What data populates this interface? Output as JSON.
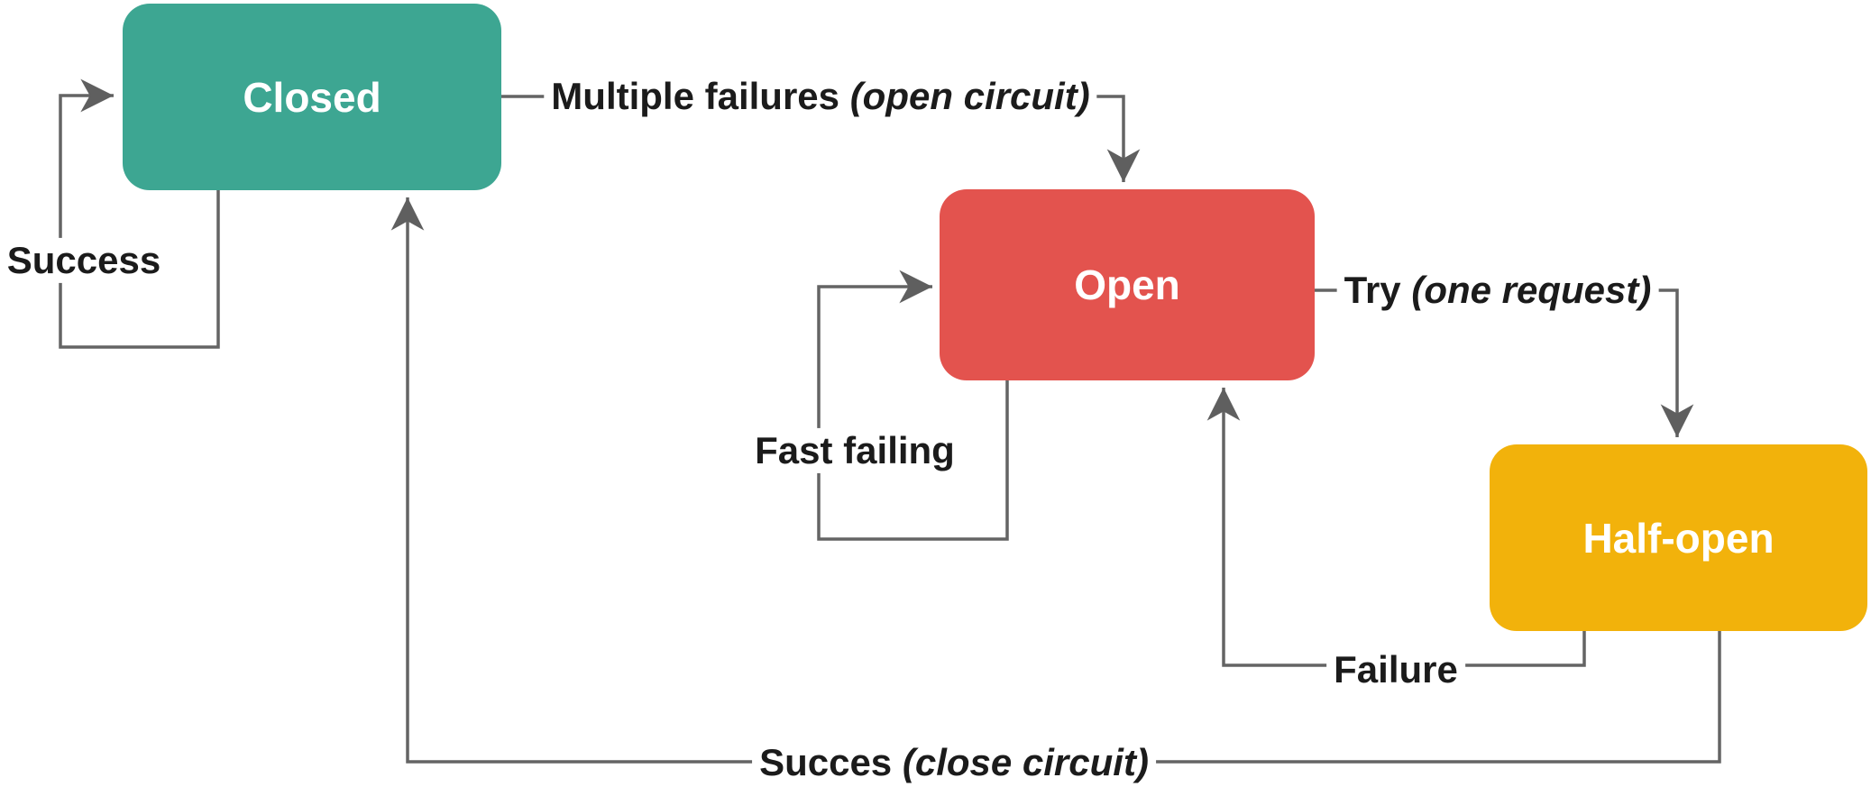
{
  "diagram": {
    "background": "#ffffff",
    "line_color": "#646464",
    "arrowhead_color": "#5f5f5f",
    "label_text_color": "#1b1b1b",
    "states": [
      {
        "id": "closed",
        "label": "Closed",
        "color": "#3DA692",
        "text_color": "#ffffff"
      },
      {
        "id": "open",
        "label": "Open",
        "color": "#E3534E",
        "text_color": "#ffffff"
      },
      {
        "id": "half_open",
        "label": "Half-open",
        "color": "#F2B20B",
        "text_color": "#ffffff"
      }
    ],
    "transitions": [
      {
        "from": "closed",
        "to": "open",
        "label": "Multiple failures ",
        "label_italic": "(open circuit)"
      },
      {
        "from": "closed",
        "to": "closed",
        "label": "Success",
        "label_italic": ""
      },
      {
        "from": "open",
        "to": "open",
        "label": "Fast failing",
        "label_italic": ""
      },
      {
        "from": "open",
        "to": "half_open",
        "label": "Try ",
        "label_italic": "(one request)"
      },
      {
        "from": "half_open",
        "to": "open",
        "label": "Failure",
        "label_italic": ""
      },
      {
        "from": "half_open",
        "to": "closed",
        "label": "Succes ",
        "label_italic": "(close circuit)"
      }
    ]
  }
}
